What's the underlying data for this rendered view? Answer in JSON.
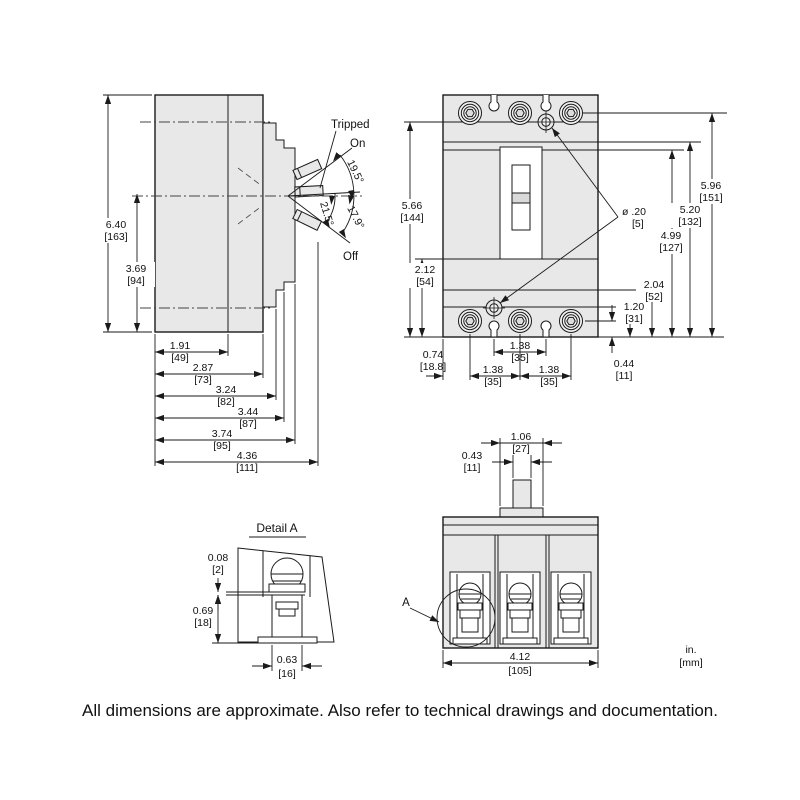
{
  "side_view": {
    "position_labels": {
      "tripped": "Tripped",
      "on": "On",
      "off": "Off"
    },
    "angles": {
      "on_travel": "19.5°",
      "inner": "21.5°",
      "off_travel": "17.9°"
    },
    "dims": {
      "overall_height": {
        "in": "6.40",
        "mm": "[163]"
      },
      "mounting_height": {
        "in": "3.69",
        "mm": "[94]"
      },
      "depth_1": {
        "in": "1.91",
        "mm": "[49]"
      },
      "depth_2": {
        "in": "2.87",
        "mm": "[73]"
      },
      "depth_3": {
        "in": "3.24",
        "mm": "[82]"
      },
      "depth_4": {
        "in": "3.44",
        "mm": "[87]"
      },
      "depth_5": {
        "in": "3.74",
        "mm": "[95]"
      },
      "depth_6": {
        "in": "4.36",
        "mm": "[111]"
      }
    }
  },
  "front_view": {
    "dims": {
      "h_5_66": {
        "in": "5.66",
        "mm": "[144]"
      },
      "h_2_12": {
        "in": "2.12",
        "mm": "[54]"
      },
      "hole_dia": {
        "in": "ø .20",
        "mm": "[5]"
      },
      "h_5_96": {
        "in": "5.96",
        "mm": "[151]"
      },
      "h_5_20": {
        "in": "5.20",
        "mm": "[132]"
      },
      "h_4_99": {
        "in": "4.99",
        "mm": "[127]"
      },
      "h_2_04": {
        "in": "2.04",
        "mm": "[52]"
      },
      "h_1_20": {
        "in": "1.20",
        "mm": "[31]"
      },
      "w_0_74": {
        "in": "0.74",
        "mm": "[18.8]"
      },
      "slot_spacing": {
        "in": "1.38",
        "mm": "[35]"
      },
      "pole_spacing_left": {
        "in": "1.38",
        "mm": "[35]"
      },
      "pole_spacing_right": {
        "in": "1.38",
        "mm": "[35]"
      },
      "v_0_44": {
        "in": "0.44",
        "mm": "[11]"
      }
    }
  },
  "bottom_view": {
    "detail_callout": "A",
    "dims": {
      "handle_width": {
        "in": "0.43",
        "mm": "[11]"
      },
      "handle_base_width": {
        "in": "1.06",
        "mm": "[27]"
      },
      "overall_width": {
        "in": "4.12",
        "mm": "[105]"
      }
    }
  },
  "detail_a": {
    "title": "Detail A",
    "dims": {
      "gap": {
        "in": "0.08",
        "mm": "[2]"
      },
      "lug_depth": {
        "in": "0.69",
        "mm": "[18]"
      },
      "lug_width": {
        "in": "0.63",
        "mm": "[16]"
      }
    }
  },
  "units_note": {
    "line1": "in.",
    "line2": "[mm]"
  },
  "footer": "All dimensions are approximate.  Also refer to technical drawings and documentation.",
  "colors": {
    "body_fill": "#e8e8e8",
    "line": "#1a1a1a"
  }
}
